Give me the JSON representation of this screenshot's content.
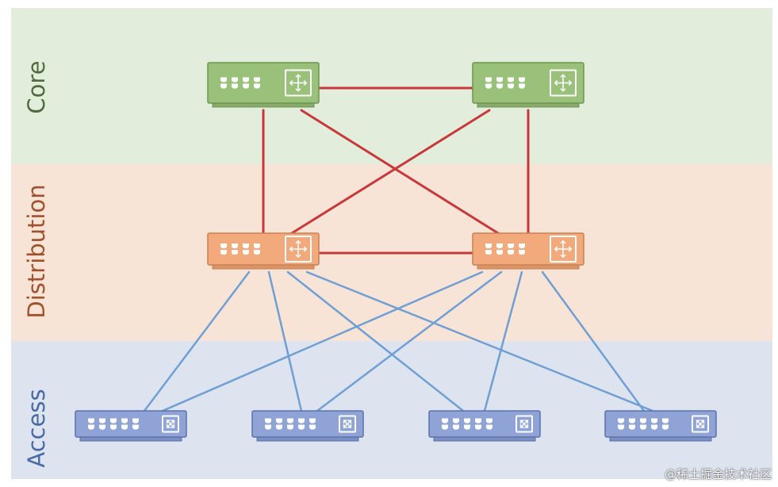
{
  "layers": {
    "core": {
      "label": "Core",
      "band_color": "#e3eddb",
      "text_color": "#4f6a3f"
    },
    "distribution": {
      "label": "Distribution",
      "band_color": "#f8e4d6",
      "text_color": "#a0522d"
    },
    "access": {
      "label": "Access",
      "band_color": "#dde4f0",
      "text_color": "#4a6aa5"
    }
  },
  "device_styles": {
    "core": {
      "fill": "#9ac17a",
      "stroke": "#6d9550",
      "base": "#88ab6b",
      "icon": "router-icon"
    },
    "distribution": {
      "fill": "#f2aa7c",
      "stroke": "#c7814f",
      "base": "#d99468",
      "icon": "router-icon"
    },
    "access": {
      "fill": "#8fa3d6",
      "stroke": "#5d72a8",
      "base": "#7c8fc2",
      "icon": "switch-icon"
    }
  },
  "link_colors": {
    "core": "#c8383a",
    "access": "#6f9fd4"
  },
  "watermark": "@稀土掘金技术社区"
}
